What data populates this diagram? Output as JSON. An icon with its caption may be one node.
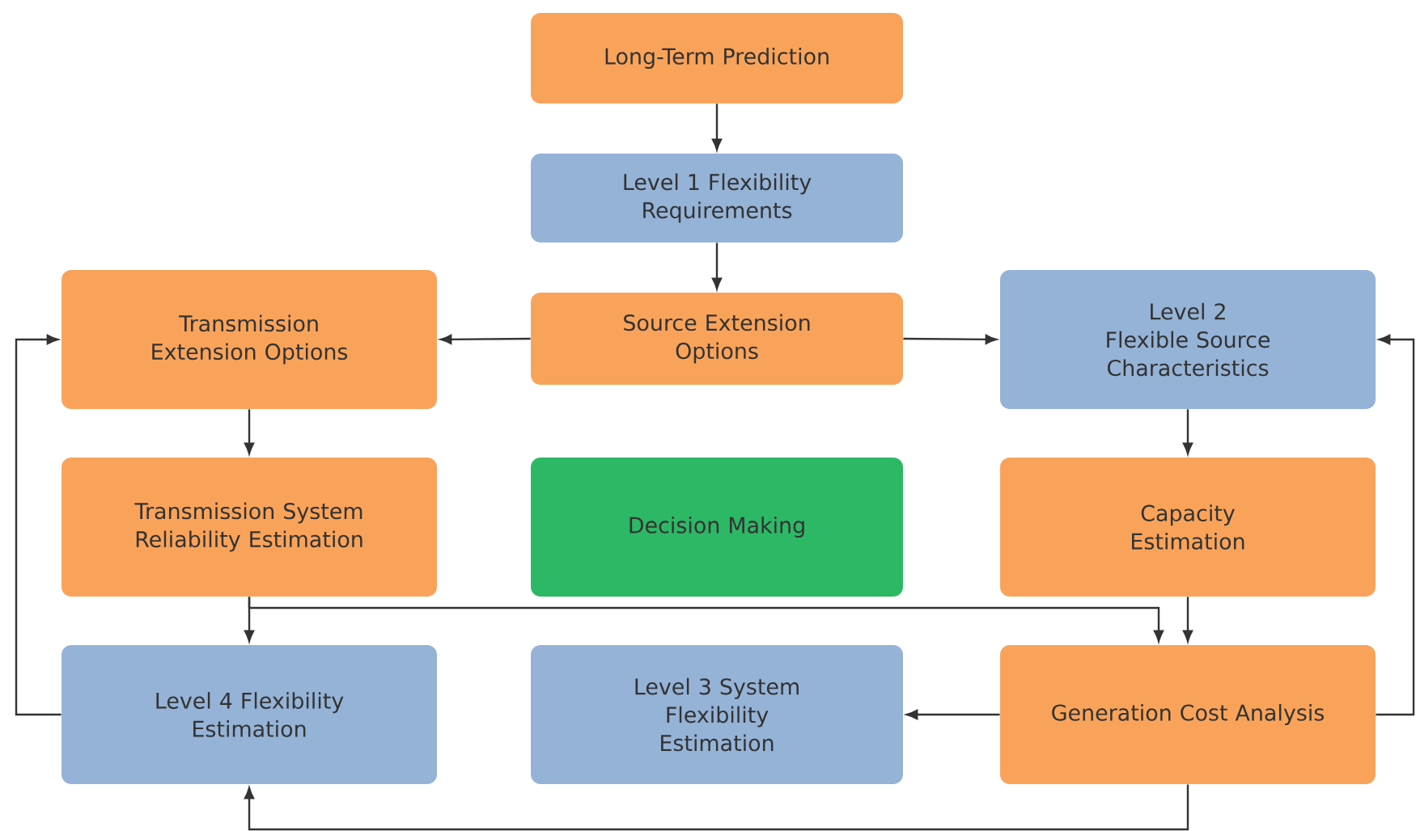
{
  "diagram": {
    "nodes": [
      {
        "text": [
          "Long-Term Prediction"
        ]
      },
      {
        "text": [
          "Level 1 Flexibility Requirements"
        ]
      },
      {
        "text": [
          "Transmission Extension Options"
        ]
      },
      {
        "text": [
          "Source Extension Options"
        ]
      },
      {
        "text": [
          "Level 2 Flexible Source Characteristics"
        ]
      },
      {
        "text": [
          "Transmission System Reliability Estimation"
        ]
      },
      {
        "text": [
          "Decision Making"
        ]
      },
      {
        "text": [
          "Capacity Estimation"
        ]
      },
      {
        "text": [
          "Level 4 Flexibility Estimation"
        ]
      },
      {
        "text": [
          "Level 3 System Flexibility Estimation"
        ]
      },
      {
        "text": [
          "Generation Cost Analysis"
        ]
      }
    ],
    "edges": [
      {
        "from": 0,
        "to": 1,
        "arrow": "to"
      },
      {
        "from": 1,
        "to": 3,
        "arrow": "to"
      },
      {
        "from": 3,
        "to": 2,
        "arrow": "to"
      },
      {
        "from": 3,
        "to": 4,
        "arrow": "to"
      },
      {
        "from": 2,
        "to": 5,
        "arrow": "to"
      },
      {
        "from": 4,
        "to": 7,
        "arrow": "to"
      },
      {
        "from": 5,
        "to": 8,
        "arrow": "to"
      },
      {
        "from": 5,
        "to": 10,
        "arrow": "to"
      },
      {
        "from": 7,
        "to": 10,
        "arrow": "to"
      },
      {
        "from": 10,
        "to": 9,
        "arrow": "to"
      },
      {
        "from": 10,
        "to": 8,
        "arrow": "to"
      },
      {
        "from": 8,
        "to": 2,
        "arrow": "to"
      },
      {
        "from": 10,
        "to": 4,
        "arrow": "to"
      }
    ]
  }
}
